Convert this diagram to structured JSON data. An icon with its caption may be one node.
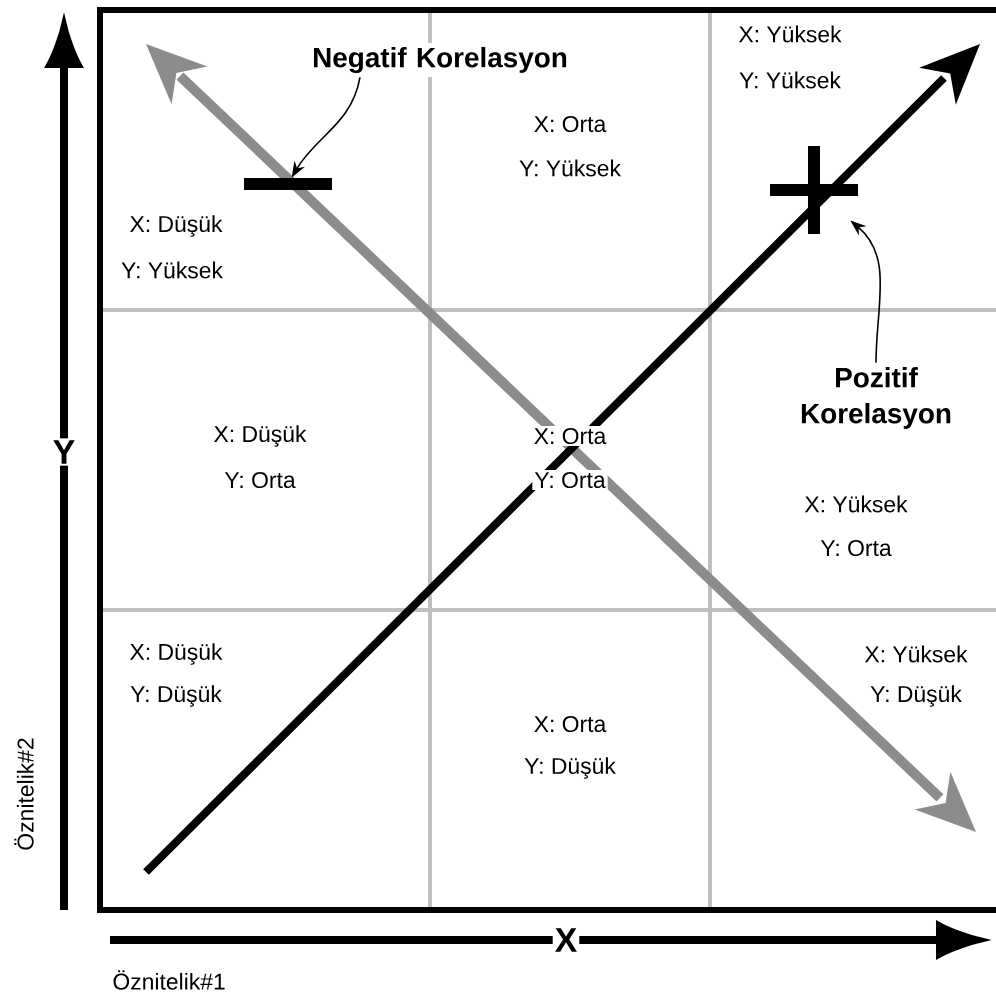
{
  "diagram": {
    "nodes": [
      {
        "text": [
          "Negatif Korelasyon"
        ]
      },
      {
        "text": [],
        "shape": "bar"
      },
      {
        "text": [
          "Pozitif Korelasyon"
        ]
      },
      {
        "text": [],
        "shape": "cross"
      }
    ],
    "edges": [
      {
        "from": 0,
        "to": 1,
        "arrow": "to"
      },
      {
        "from": 2,
        "to": 3,
        "arrow": "to"
      }
    ],
    "labels": [
      "X: Düşük",
      "Y: Yüksek",
      "X: Orta",
      "Y: Yüksek",
      "X: Yüksek",
      "Y: Yüksek",
      "Y",
      "X: Düşük",
      "Y: Orta",
      "X: Orta",
      "Y: Orta",
      "X: Yüksek",
      "Y: Orta",
      "X: Düşük",
      "Y: Düşük",
      "X: Orta",
      "Y: Düşük",
      "X: Yüksek",
      "Y: Düşük",
      "Öznitelik#2",
      "X",
      "Öznitelik#1"
    ]
  }
}
